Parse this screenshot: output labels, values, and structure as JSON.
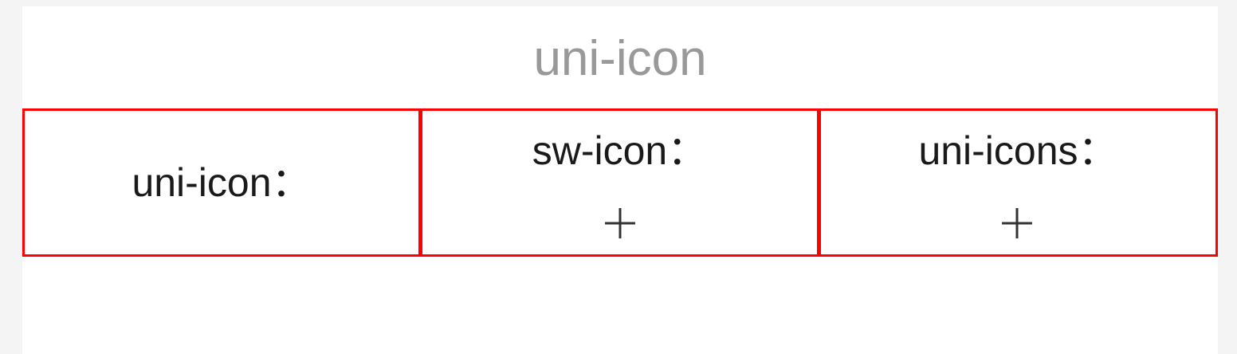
{
  "page": {
    "title": "uni-icon"
  },
  "cells": [
    {
      "label": "uni-icon：",
      "icon": null
    },
    {
      "label": "sw-icon：",
      "icon": "plus-icon"
    },
    {
      "label": "uni-icons：",
      "icon": "plus-icon"
    }
  ],
  "colors": {
    "border": "#ff0000",
    "title": "#999999",
    "text": "#1a1a1a",
    "icon": "#333333"
  }
}
